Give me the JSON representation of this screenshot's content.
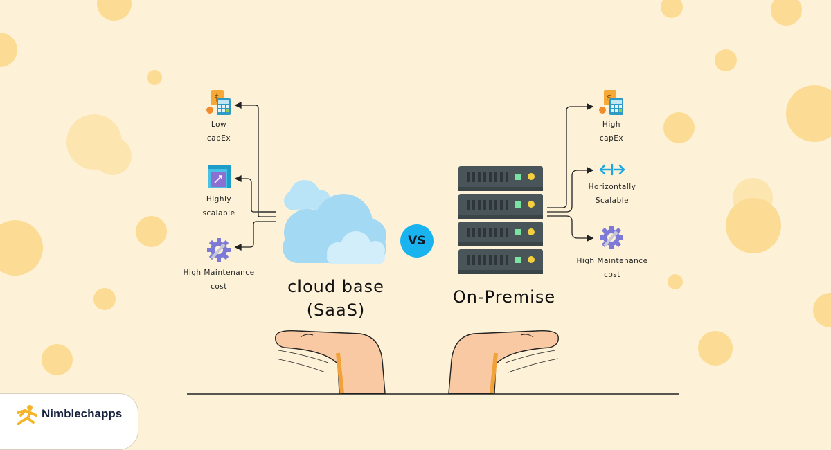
{
  "left_group": {
    "title_line1": "cloud base",
    "title_line2": "(SaaS)",
    "items": [
      {
        "line1": "Low",
        "line2": "capEx",
        "icon": "capex-calculator-icon"
      },
      {
        "line1": "Highly",
        "line2": "scalable",
        "icon": "scalable-box-icon"
      },
      {
        "line1": "High Maintenance",
        "line2": "cost",
        "icon": "maintenance-gear-icon"
      }
    ]
  },
  "right_group": {
    "title": "On-Premise",
    "items": [
      {
        "line1": "High",
        "line2": "capEx",
        "icon": "capex-calculator-icon"
      },
      {
        "line1": "Horizontally",
        "line2": "Scalable",
        "icon": "horizontal-arrows-icon"
      },
      {
        "line1": "High Maintenance",
        "line2": "cost",
        "icon": "maintenance-gear-icon"
      }
    ]
  },
  "vs_label": "VS",
  "brand": {
    "name": "Nimblechapps",
    "icon": "running-figure-logo-icon"
  },
  "colors": {
    "background": "#fdf2d8",
    "dots": "#fcdc94",
    "vs_badge": "#19b4f0",
    "server": "#4a5559",
    "cloud": "#aee0f7",
    "hand": "#f8c9a2"
  }
}
